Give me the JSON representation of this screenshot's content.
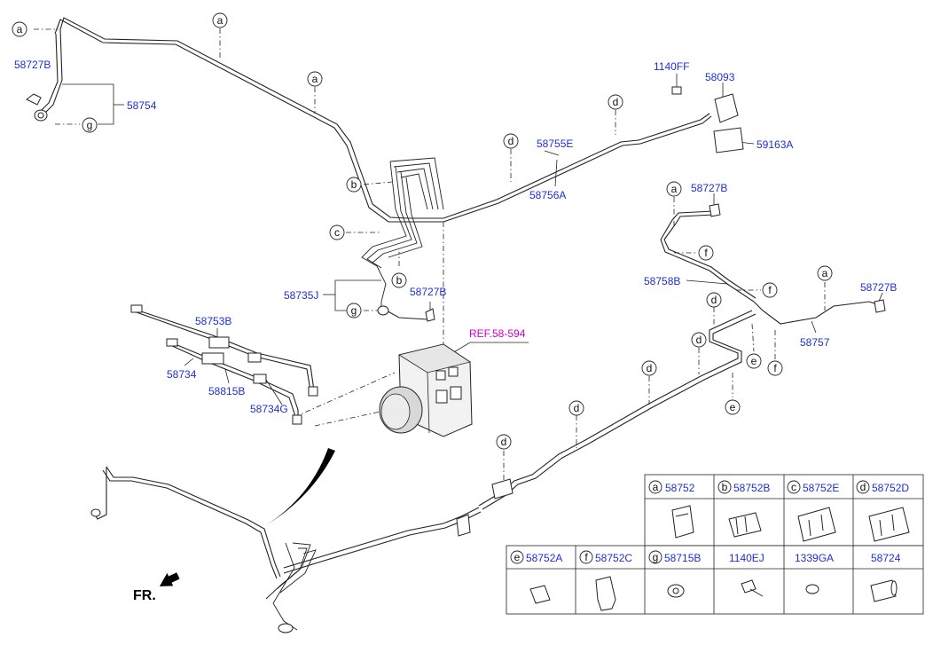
{
  "labels": {
    "p58727B_1": "58727B",
    "p58754": "58754",
    "p58755E": "58755E",
    "p58756A": "58756A",
    "p1140FF": "1140FF",
    "p58093": "58093",
    "p59163A": "59163A",
    "p58727B_2": "58727B",
    "p58758B": "58758B",
    "p58727B_3": "58727B",
    "p58757": "58757",
    "p58735J": "58735J",
    "p58727B_4": "58727B",
    "p58753B": "58753B",
    "p58734": "58734",
    "p58815B": "58815B",
    "p58734G": "58734G",
    "ref": "REF.58-594",
    "fr": "FR."
  },
  "tags": {
    "a": "a",
    "b": "b",
    "c": "c",
    "d": "d",
    "e": "e",
    "f": "f",
    "g": "g"
  },
  "legend": {
    "row1": [
      {
        "key": "a",
        "part": "58752"
      },
      {
        "key": "b",
        "part": "58752B"
      },
      {
        "key": "c",
        "part": "58752E"
      },
      {
        "key": "d",
        "part": "58752D"
      }
    ],
    "row2": [
      {
        "key": "e",
        "part": "58752A"
      },
      {
        "key": "f",
        "part": "58752C"
      },
      {
        "key": "g",
        "part": "58715B"
      },
      {
        "key": "",
        "part": "1140EJ"
      },
      {
        "key": "",
        "part": "1339GA"
      },
      {
        "key": "",
        "part": "58724"
      }
    ]
  }
}
